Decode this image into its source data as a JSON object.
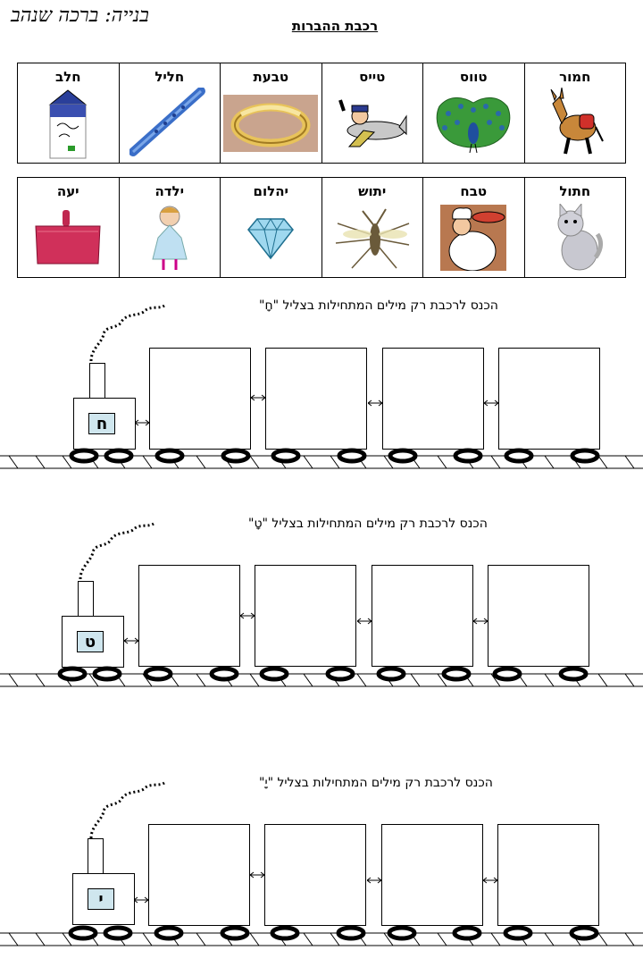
{
  "author": "בנייה: ברכה שנהב",
  "title": "רכבת ההברות",
  "words_row1": [
    {
      "word": "חמור",
      "icon": "donkey-icon"
    },
    {
      "word": "טווס",
      "icon": "peacock-icon"
    },
    {
      "word": "טייס",
      "icon": "pilot-airplane-icon"
    },
    {
      "word": "טבעת",
      "icon": "ring-icon"
    },
    {
      "word": "חליל",
      "icon": "flute-icon"
    },
    {
      "word": "חלב",
      "icon": "milk-carton-icon"
    }
  ],
  "words_row2": [
    {
      "word": "חתול",
      "icon": "cat-icon"
    },
    {
      "word": "טבח",
      "icon": "chef-icon"
    },
    {
      "word": "יתוש",
      "icon": "mosquito-icon"
    },
    {
      "word": "יהלום",
      "icon": "diamond-icon"
    },
    {
      "word": "ילדה",
      "icon": "girl-icon"
    },
    {
      "word": "יעה",
      "icon": "dustpan-icon"
    }
  ],
  "trains": [
    {
      "instruction": "הכנס לרכבת רק מילים המתחילות בצליל \"חָ\"",
      "letter": "ח"
    },
    {
      "instruction": "הכנס לרכבת רק מילים המתחילות בצליל \"טָ\"",
      "letter": "ט"
    },
    {
      "instruction": "הכנס לרכבת רק מילים המתחילות בצליל \"יָ\"",
      "letter": "י"
    }
  ]
}
